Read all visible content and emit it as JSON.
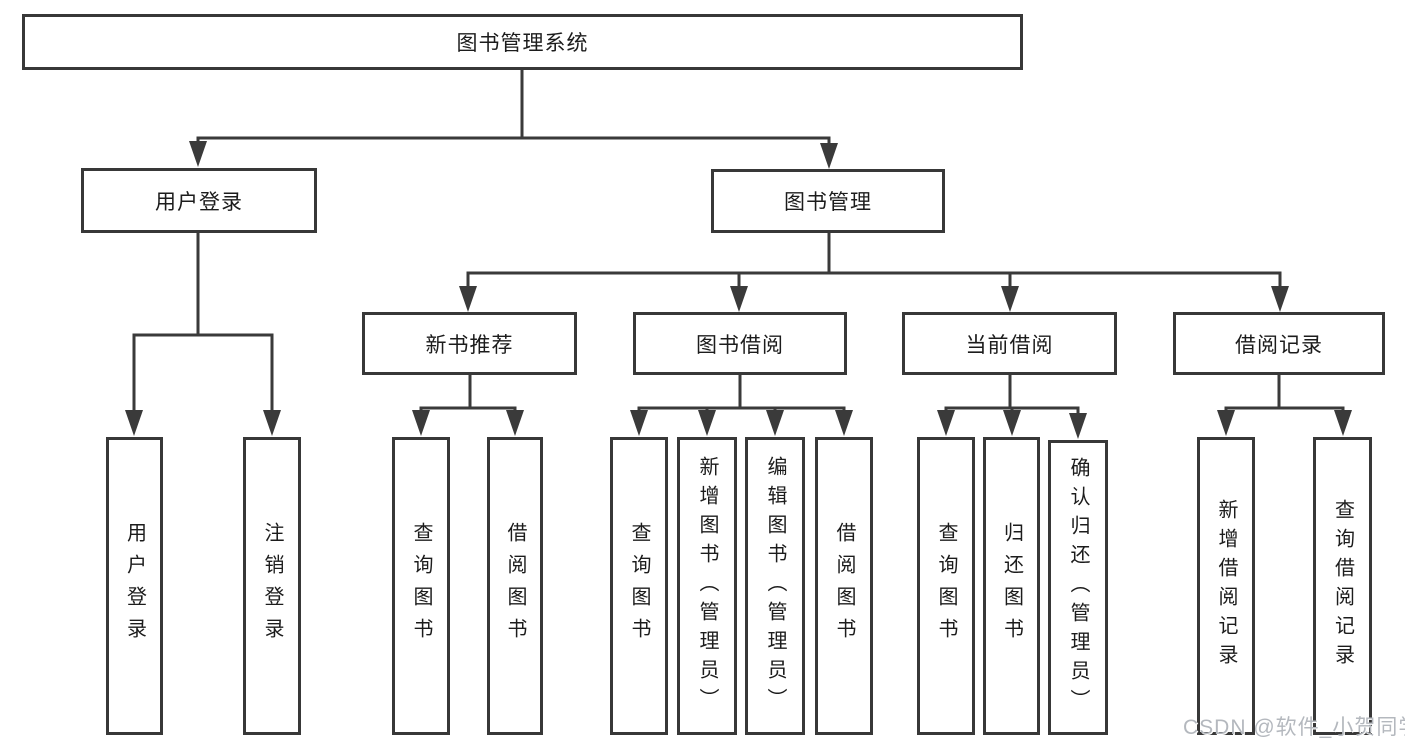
{
  "diagram": {
    "root": {
      "label": "图书管理系统"
    },
    "groups": [
      {
        "label": "用户登录",
        "children": [
          {
            "label": "用户登录"
          },
          {
            "label": "注销登录"
          }
        ]
      },
      {
        "label": "图书管理",
        "sections": [
          {
            "label": "新书推荐",
            "children": [
              {
                "label": "查询图书"
              },
              {
                "label": "借阅图书"
              }
            ]
          },
          {
            "label": "图书借阅",
            "children": [
              {
                "label": "查询图书"
              },
              {
                "label": "新增图书（管理员）"
              },
              {
                "label": "编辑图书（管理员）"
              },
              {
                "label": "借阅图书"
              }
            ]
          },
          {
            "label": "当前借阅",
            "children": [
              {
                "label": "查询图书"
              },
              {
                "label": "归还图书"
              },
              {
                "label": "确认归还（管理员）"
              }
            ]
          },
          {
            "label": "借阅记录",
            "children": [
              {
                "label": "新增借阅记录"
              },
              {
                "label": "查询借阅记录"
              }
            ]
          }
        ]
      }
    ]
  },
  "watermark": {
    "text": "CSDN @软件_小贺同学"
  },
  "colors": {
    "line": "#3a3a3a",
    "box_border": "#383838",
    "text": "#1c1c1c",
    "watermark": "#b4b8be",
    "background": "#ffffff"
  }
}
